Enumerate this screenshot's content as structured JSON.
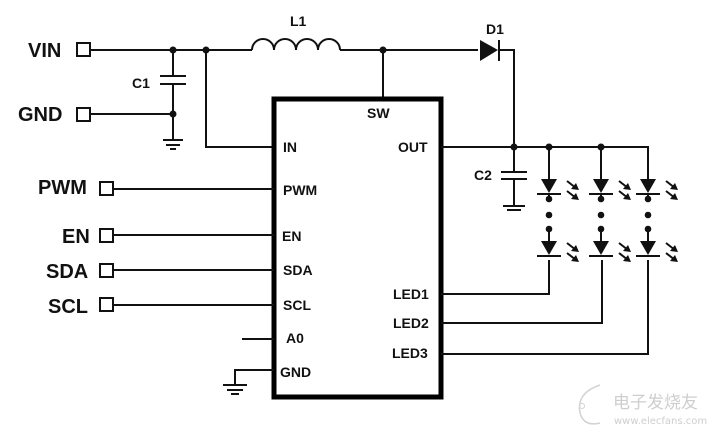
{
  "diagram": {
    "type": "circuit-schematic",
    "components": {
      "inductor": "L1",
      "diode": "D1",
      "input_capacitor": "C1",
      "output_capacitor": "C2"
    },
    "external_terminals": [
      "VIN",
      "GND",
      "PWM",
      "EN",
      "SDA",
      "SCL"
    ],
    "chip_pins": {
      "top": "SW",
      "left": [
        "IN",
        "PWM",
        "EN",
        "SDA",
        "SCL",
        "A0",
        "GND"
      ],
      "right": [
        "OUT",
        "LED1",
        "LED2",
        "LED3"
      ]
    },
    "led_strings": 3,
    "watermark": {
      "text": "电子发烧友",
      "url": "www.elecfans.com"
    }
  }
}
